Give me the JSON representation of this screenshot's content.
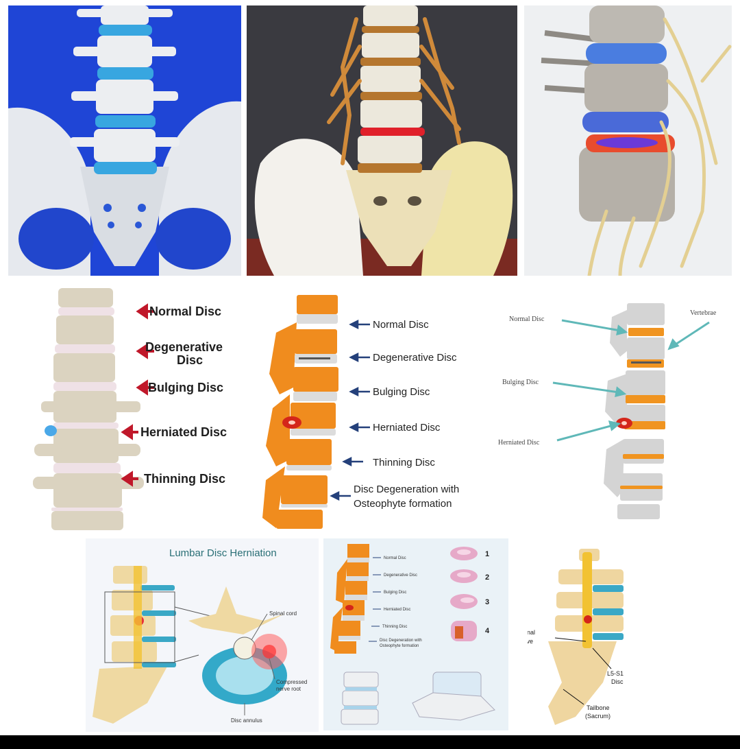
{
  "panel_a": {
    "labels": [
      "Normal Disc",
      "Degenerative",
      "Disc",
      "Bulging Disc",
      "Herniated Disc",
      "Thinning Disc"
    ]
  },
  "panel_b": {
    "labels": [
      "Normal Disc",
      "Degenerative Disc",
      "Bulging Disc",
      "Herniated Disc",
      "Thinning Disc",
      "Disc Degeneration with",
      "Osteophyte formation"
    ]
  },
  "panel_c": {
    "labels": [
      "Normal Disc",
      "Vertebrae",
      "Bulging Disc",
      "Herniated Disc"
    ]
  },
  "panel_d": {
    "title": "Lumbar Disc Herniation",
    "labels": [
      "Spinal cord",
      "Compressed",
      "nerve root",
      "Disc annulus"
    ]
  },
  "panel_e": {
    "labels": [
      "Normal Disc",
      "Degenerative Disc",
      "Bulging Disc",
      "Herniated Disc",
      "Thinning Disc",
      "Disc Degeneration with",
      "Osteophyte formation"
    ],
    "numbers": [
      "1",
      "2",
      "3",
      "4"
    ]
  },
  "panel_f": {
    "labels": [
      "Spinal",
      "Nerve",
      "L5-S1",
      "Disc",
      "Tailbone",
      "(Sacrum)"
    ]
  },
  "colors": {
    "blue_bg": "#1f45d6",
    "disc_blue": "#38a6e0",
    "arrow_red": "#c0182a",
    "arrow_navy": "#24407a",
    "teal": "#5fb8b8",
    "orange": "#f08c1e"
  }
}
